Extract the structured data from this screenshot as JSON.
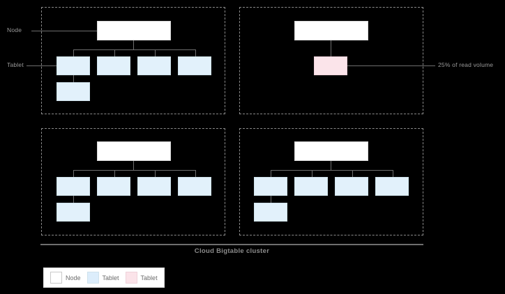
{
  "diagram": {
    "title": "Cloud Bigtable cluster",
    "annotations": {
      "node_label": "Node",
      "tablet_label": "Tablet",
      "hot_tablet_label": "25% of read volume"
    },
    "colors": {
      "background": "#000000",
      "node_fill": "#ffffff",
      "node_border": "#d9d9d9",
      "tablet_fill": "#e2f1fb",
      "tablet_border": "#cfe2ec",
      "hot_tablet_fill": "#fbe4ea",
      "hot_tablet_border": "#efd2da",
      "connector": "#6e6e6e",
      "panel_border": "#8a8a8a",
      "caption_text": "#8c8c8c",
      "label_text": "#9a9a9a"
    },
    "panels": [
      {
        "id": "panel-top-left",
        "node_count": 1,
        "tablet_count": 5,
        "hot_tablet_count": 0
      },
      {
        "id": "panel-top-right",
        "node_count": 1,
        "tablet_count": 0,
        "hot_tablet_count": 1
      },
      {
        "id": "panel-bottom-left",
        "node_count": 1,
        "tablet_count": 5,
        "hot_tablet_count": 0
      },
      {
        "id": "panel-bottom-right",
        "node_count": 1,
        "tablet_count": 5,
        "hot_tablet_count": 0
      }
    ]
  },
  "legend": {
    "items": [
      {
        "label": "Node",
        "swatch": "node-swatch"
      },
      {
        "label": "Tablet",
        "swatch": "tablet-swatch"
      },
      {
        "label": "Tablet",
        "swatch": "hot-tablet-swatch"
      }
    ]
  }
}
